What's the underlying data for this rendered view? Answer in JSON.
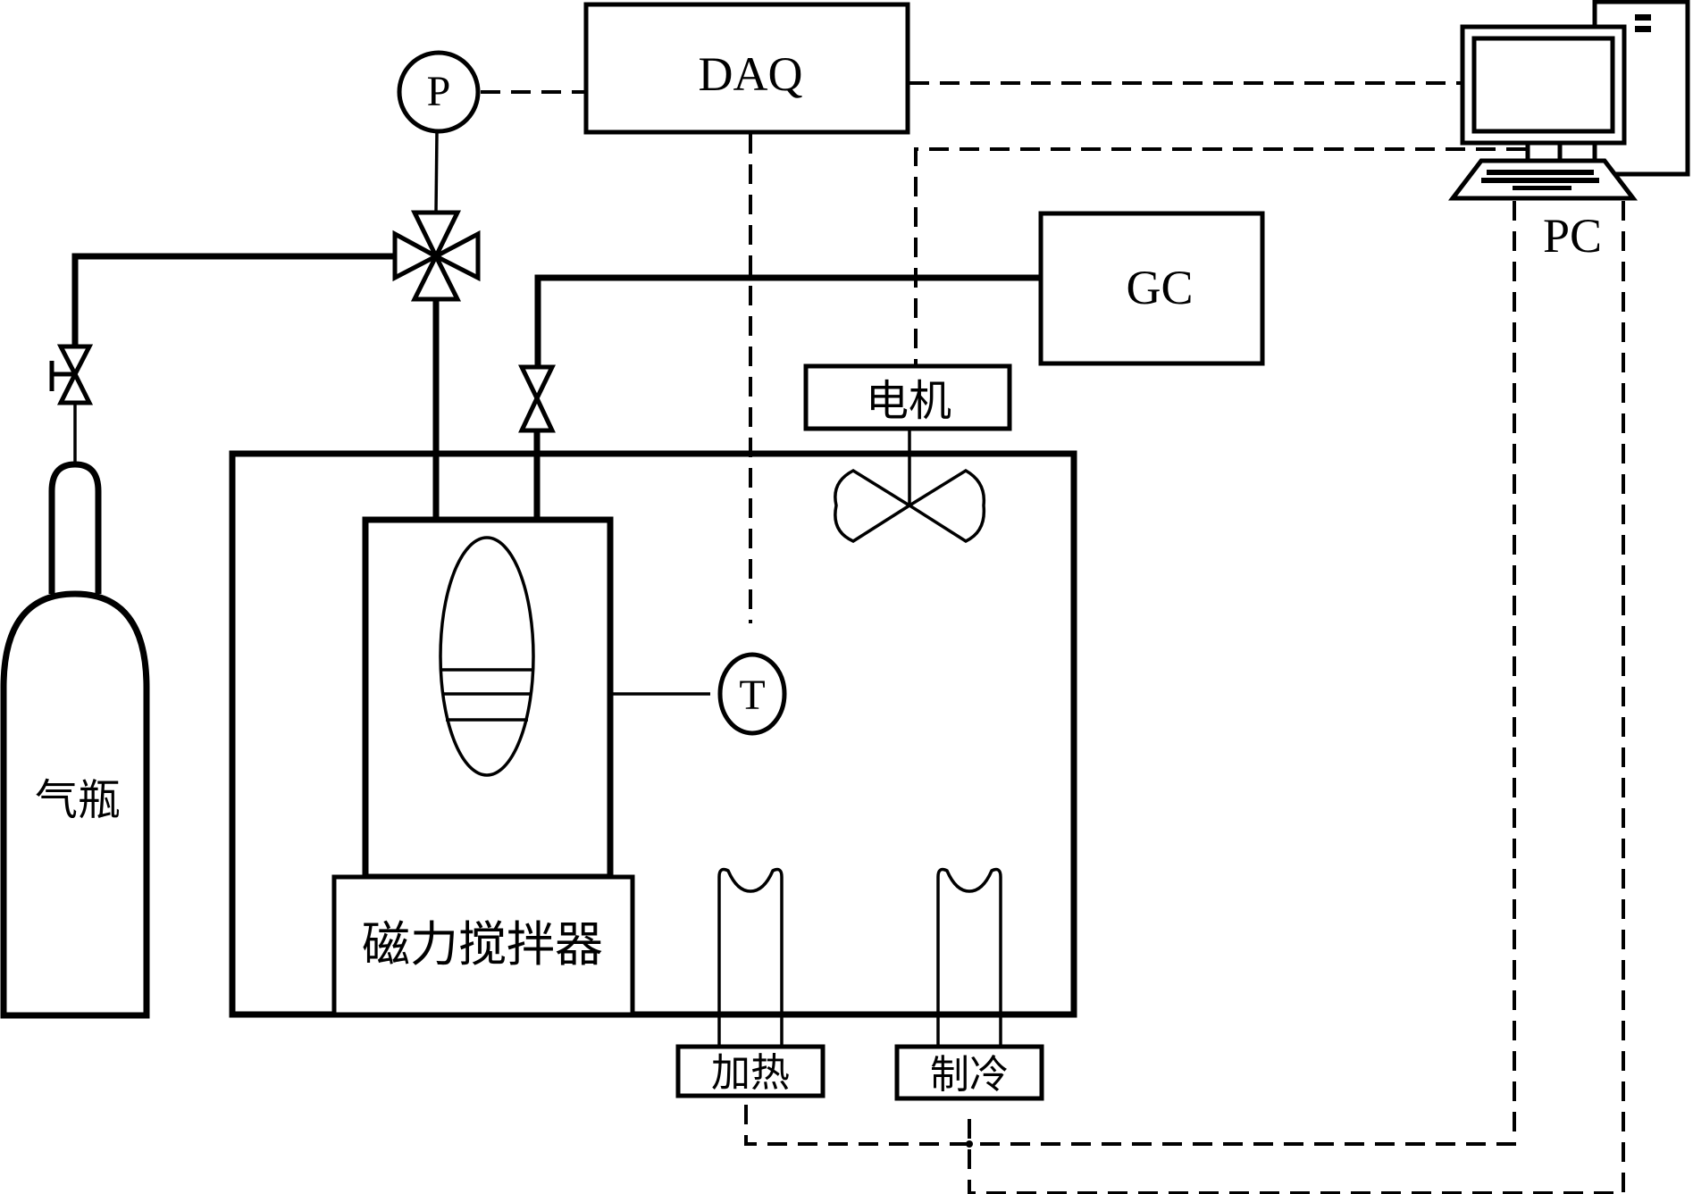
{
  "diagram": {
    "type": "experimental-apparatus-schematic",
    "labels": {
      "daq": "DAQ",
      "pc": "PC",
      "gc": "GC",
      "pressure_sensor": "P",
      "temperature_sensor": "T",
      "motor": "电机",
      "gas_cylinder": "气瓶",
      "magnetic_stirrer": "磁力搅拌器",
      "heating": "加热",
      "cooling": "制冷"
    },
    "components": [
      {
        "id": "gas-cylinder",
        "label_key": "gas_cylinder"
      },
      {
        "id": "cylinder-valve",
        "label_key": null
      },
      {
        "id": "four-way-valve",
        "label_key": null
      },
      {
        "id": "pressure-sensor",
        "label_key": "pressure_sensor"
      },
      {
        "id": "daq",
        "label_key": "daq"
      },
      {
        "id": "pc",
        "label_key": "pc"
      },
      {
        "id": "gc",
        "label_key": "gc"
      },
      {
        "id": "sampling-valve",
        "label_key": null
      },
      {
        "id": "motor",
        "label_key": "motor"
      },
      {
        "id": "fan",
        "label_key": null
      },
      {
        "id": "reactor-vessel",
        "label_key": null
      },
      {
        "id": "stir-bar",
        "label_key": null
      },
      {
        "id": "temperature-sensor",
        "label_key": "temperature_sensor"
      },
      {
        "id": "magnetic-stirrer",
        "label_key": "magnetic_stirrer"
      },
      {
        "id": "heater",
        "label_key": "heating"
      },
      {
        "id": "cooler",
        "label_key": "cooling"
      },
      {
        "id": "thermostatic-chamber",
        "label_key": null
      }
    ],
    "connections": {
      "pipes": [
        [
          "gas-cylinder",
          "cylinder-valve"
        ],
        [
          "cylinder-valve",
          "four-way-valve"
        ],
        [
          "four-way-valve",
          "pressure-sensor"
        ],
        [
          "four-way-valve",
          "reactor-vessel"
        ],
        [
          "reactor-vessel",
          "sampling-valve"
        ],
        [
          "sampling-valve",
          "gc"
        ],
        [
          "motor",
          "fan"
        ],
        [
          "reactor-vessel",
          "temperature-sensor"
        ]
      ],
      "signals": [
        [
          "pressure-sensor",
          "daq"
        ],
        [
          "daq",
          "pc"
        ],
        [
          "daq",
          "temperature-sensor"
        ],
        [
          "pc",
          "motor"
        ],
        [
          "pc",
          "heater"
        ],
        [
          "pc",
          "cooler"
        ]
      ]
    }
  }
}
